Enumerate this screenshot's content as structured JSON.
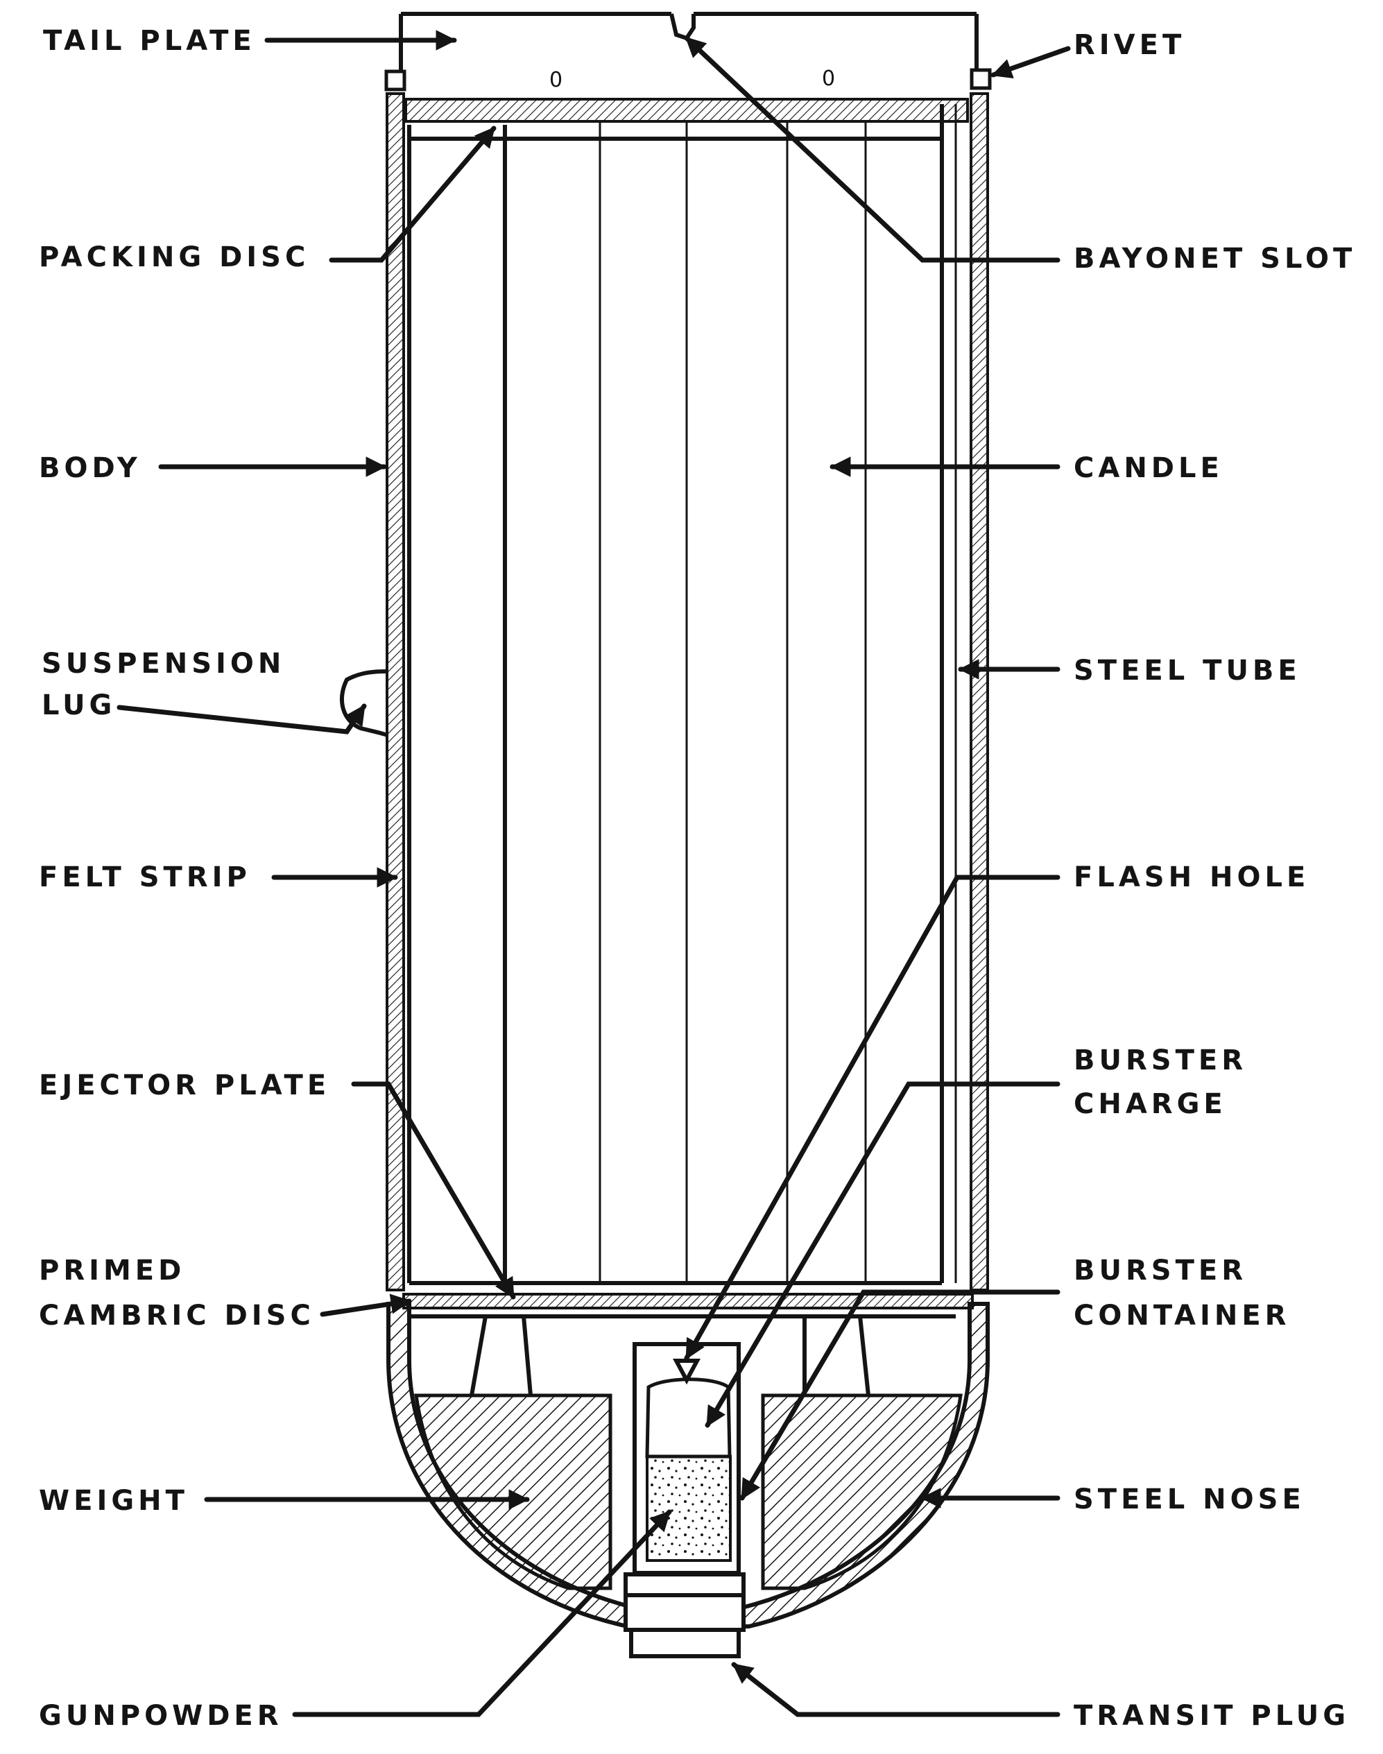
{
  "labels": {
    "tail_plate": "TAIL PLATE",
    "rivet": "RIVET",
    "packing_disc": "PACKING DISC",
    "bayonet_slot": "BAYONET SLOT",
    "body": "BODY",
    "candle": "CANDLE",
    "suspension_lug_1": "SUSPENSION",
    "suspension_lug_2": "LUG",
    "steel_tube": "STEEL TUBE",
    "felt_strip": "FELT STRIP",
    "flash_hole": "FLASH HOLE",
    "ejector_plate": "EJECTOR PLATE",
    "burster_charge_1": "BURSTER",
    "burster_charge_2": "CHARGE",
    "primed_cambric_disc_1": "PRIMED",
    "primed_cambric_disc_2": "CAMBRIC DISC",
    "burster_container_1": "BURSTER",
    "burster_container_2": "CONTAINER",
    "weight": "WEIGHT",
    "steel_nose": "STEEL NOSE",
    "gunpowder": "GUNPOWDER",
    "transit_plug": "TRANSIT PLUG"
  },
  "tail_marks": [
    "0",
    "0"
  ]
}
